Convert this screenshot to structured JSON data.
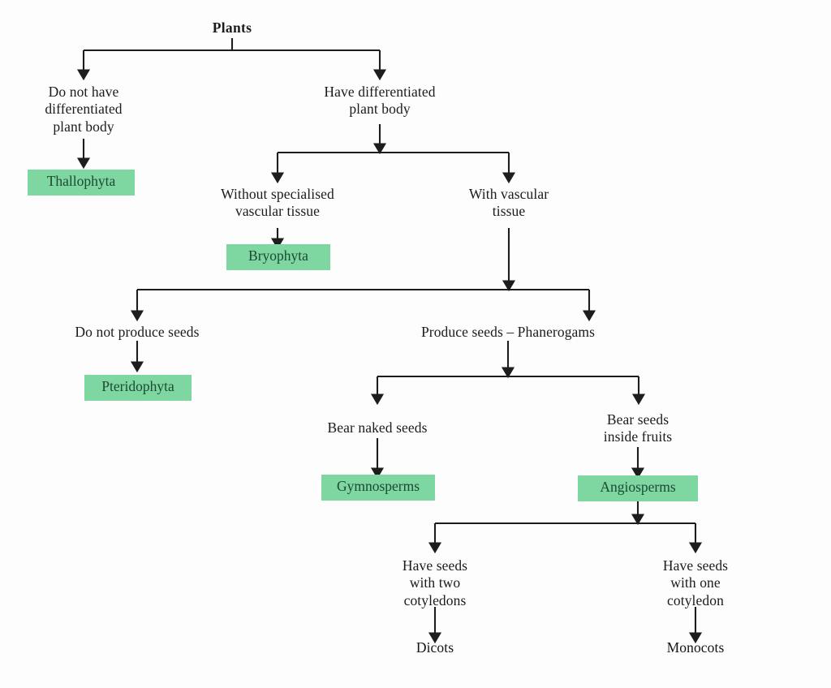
{
  "diagram": {
    "title": "Plants classification flowchart",
    "background_color": "#FDFDFD",
    "line_color": "#1d1d1d",
    "text_color": "#1b1b1b",
    "highlight_color": "#7ED6A1",
    "highlight_text_color": "#1c4a32"
  },
  "nodes": {
    "root": "Plants",
    "no_diff_body": "Do not have\ndifferentiated\nplant body",
    "thallophyta": "Thallophyta",
    "diff_body": "Have differentiated\nplant body",
    "without_vascular": "Without specialised\nvascular tissue",
    "bryophyta": "Bryophyta",
    "with_vascular": "With vascular\ntissue",
    "no_seeds": "Do not produce seeds",
    "pteridophyta": "Pteridophyta",
    "produce_seeds": "Produce seeds – Phanerogams",
    "naked_seeds": "Bear naked seeds",
    "gymnosperms": "Gymnosperms",
    "seeds_in_fruits": "Bear seeds\ninside fruits",
    "angiosperms": "Angiosperms",
    "two_cotyledons": "Have seeds\nwith two\ncotyledons",
    "dicots": "Dicots",
    "one_cotyledon": "Have seeds\nwith one\ncotyledon",
    "monocots": "Monocots"
  },
  "hierarchy": [
    {
      "label": "Plants",
      "children": [
        {
          "label": "Do not have differentiated plant body",
          "children": [
            {
              "label": "Thallophyta",
              "highlighted": true
            }
          ]
        },
        {
          "label": "Have differentiated plant body",
          "children": [
            {
              "label": "Without specialised vascular tissue",
              "children": [
                {
                  "label": "Bryophyta",
                  "highlighted": true
                }
              ]
            },
            {
              "label": "With vascular tissue",
              "children": [
                {
                  "label": "Do not produce seeds",
                  "children": [
                    {
                      "label": "Pteridophyta",
                      "highlighted": true
                    }
                  ]
                },
                {
                  "label": "Produce seeds – Phanerogams",
                  "children": [
                    {
                      "label": "Bear naked seeds",
                      "children": [
                        {
                          "label": "Gymnosperms",
                          "highlighted": true
                        }
                      ]
                    },
                    {
                      "label": "Bear seeds inside fruits",
                      "children": [
                        {
                          "label": "Angiosperms",
                          "highlighted": true,
                          "children": [
                            {
                              "label": "Have seeds with two cotyledons",
                              "children": [
                                {
                                  "label": "Dicots"
                                }
                              ]
                            },
                            {
                              "label": "Have seeds with one cotyledon",
                              "children": [
                                {
                                  "label": "Monocots"
                                }
                              ]
                            }
                          ]
                        }
                      ]
                    }
                  ]
                }
              ]
            }
          ]
        }
      ]
    }
  ]
}
